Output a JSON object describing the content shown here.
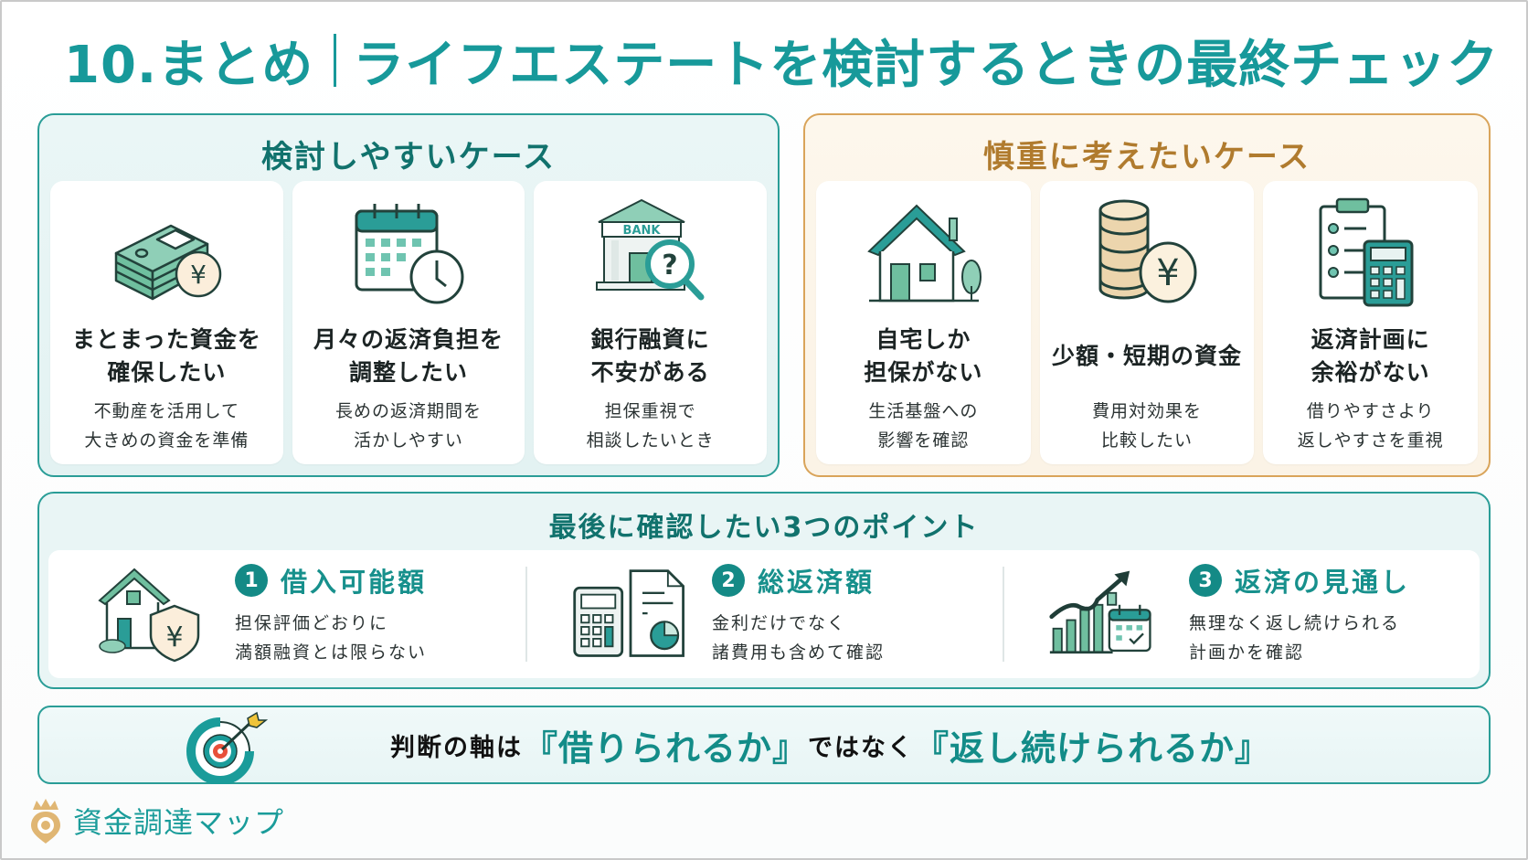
{
  "title": {
    "number": "10.まとめ",
    "text": "ライフエステートを検討するときの最終チェック"
  },
  "easy_cases": {
    "title": "検討しやすいケース",
    "cards": [
      {
        "icon": "money-stack-yen-icon",
        "heading": "まとまった資金を\n確保したい",
        "desc": "不動産を活用して\n大きめの資金を準備"
      },
      {
        "icon": "calendar-clock-icon",
        "heading": "月々の返済負担を\n調整したい",
        "desc": "長めの返済期間を\n活かしやすい"
      },
      {
        "icon": "bank-magnifier-question-icon",
        "heading": "銀行融資に\n不安がある",
        "desc": "担保重視で\n相談したいとき",
        "bank_label": "BANK"
      }
    ]
  },
  "careful_cases": {
    "title": "慎重に考えたいケース",
    "cards": [
      {
        "icon": "house-tree-icon",
        "heading": "自宅しか\n担保がない",
        "desc": "生活基盤への\n影響を確認"
      },
      {
        "icon": "coin-stack-yen-icon",
        "heading": "少額・短期の資金",
        "desc": "費用対効果を\n比較したい"
      },
      {
        "icon": "checklist-calculator-icon",
        "heading": "返済計画に\n余裕がない",
        "desc": "借りやすさより\n返しやすさを重視"
      }
    ]
  },
  "points": {
    "title": "最後に確認したい3つのポイント",
    "items": [
      {
        "number": "1",
        "icon": "house-shield-yen-icon",
        "heading": "借入可能額",
        "desc": "担保評価どおりに\n満額融資とは限らない"
      },
      {
        "number": "2",
        "icon": "calculator-document-chart-icon",
        "heading": "総返済額",
        "desc": "金利だけでなく\n諸費用も含めて確認"
      },
      {
        "number": "3",
        "icon": "growth-chart-calendar-icon",
        "heading": "返済の見通し",
        "desc": "無理なく返し続けられる\n計画かを確認"
      }
    ]
  },
  "banner": {
    "icon": "target-arrow-icon",
    "prefix": "判断の軸は",
    "emphasis1": "『借りられるか』",
    "middle": "ではなく",
    "emphasis2": "『返し続けられるか』"
  },
  "brand": {
    "icon": "crown-pin-logo-icon",
    "name": "資金調達マップ"
  },
  "colors": {
    "teal": "#17999a",
    "teal_dark": "#11726d",
    "teal_border": "#2a9d97",
    "gold": "#b07b2e",
    "gold_border": "#d9a45a",
    "green_fill": "#6fbf9f"
  }
}
